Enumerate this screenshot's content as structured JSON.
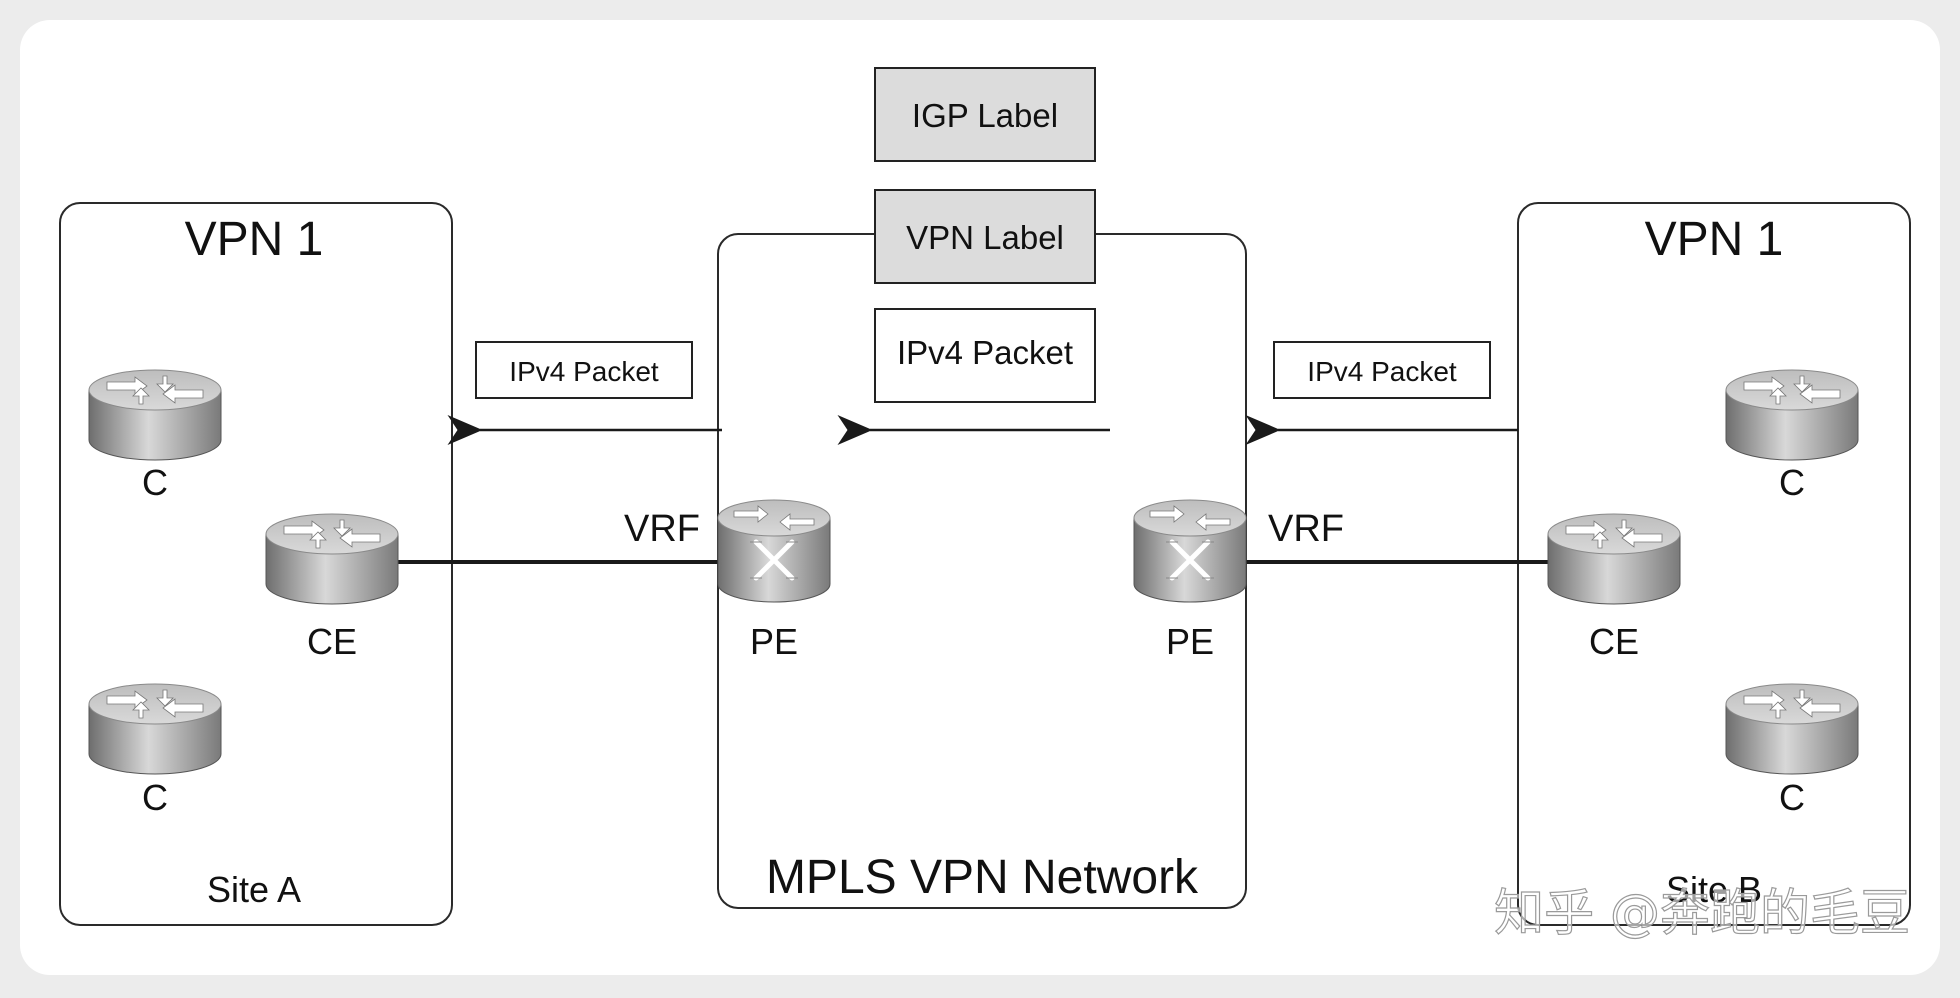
{
  "site_a": {
    "vpn_title": "VPN 1",
    "site_label": "Site A",
    "c_top_label": "C",
    "c_bottom_label": "C",
    "ce_label": "CE"
  },
  "site_b": {
    "vpn_title": "VPN 1",
    "site_label": "Site B",
    "c_top_label": "C",
    "c_bottom_label": "C",
    "ce_label": "CE"
  },
  "mpls": {
    "network_label": "MPLS VPN Network",
    "pe_left_label": "PE",
    "pe_right_label": "PE",
    "vrf_left_label": "VRF",
    "vrf_right_label": "VRF"
  },
  "packets": {
    "igp_label": "IGP Label",
    "vpn_label": "VPN Label",
    "ipv4_center": "IPv4 Packet",
    "ipv4_left": "IPv4 Packet",
    "ipv4_right": "IPv4 Packet"
  },
  "colors": {
    "label_fill": "#dcdcdc",
    "router_body": "#a9a9a9",
    "line": "#1a1a1a"
  },
  "watermark": "知乎 @奔跑的毛豆"
}
